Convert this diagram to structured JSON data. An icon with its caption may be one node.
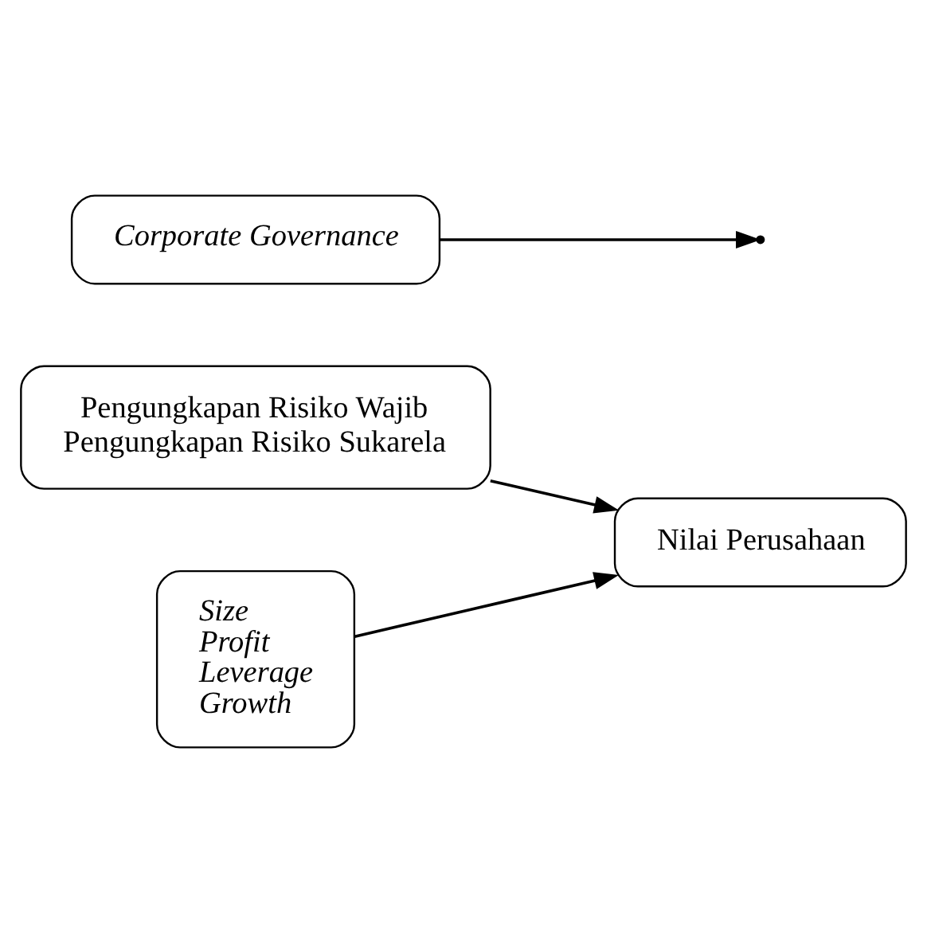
{
  "diagram": {
    "nodes": [
      {
        "text": [
          "Pengungkapan Risiko Wajib",
          "Pengungkapan Risiko Sukarela"
        ]
      },
      {
        "text": [
          "Nilai Perusahaan"
        ]
      },
      {
        "text": [
          "Corporate Governance"
        ]
      },
      {
        "text": [
          "Size",
          "Profit",
          "Leverage",
          "Growth"
        ]
      }
    ],
    "edges": [
      {
        "from": 0,
        "to": 1,
        "arrow": "to"
      },
      {
        "from": 2,
        "to": null,
        "arrow": "to"
      },
      {
        "from": 3,
        "to": 1,
        "arrow": "to"
      }
    ]
  }
}
